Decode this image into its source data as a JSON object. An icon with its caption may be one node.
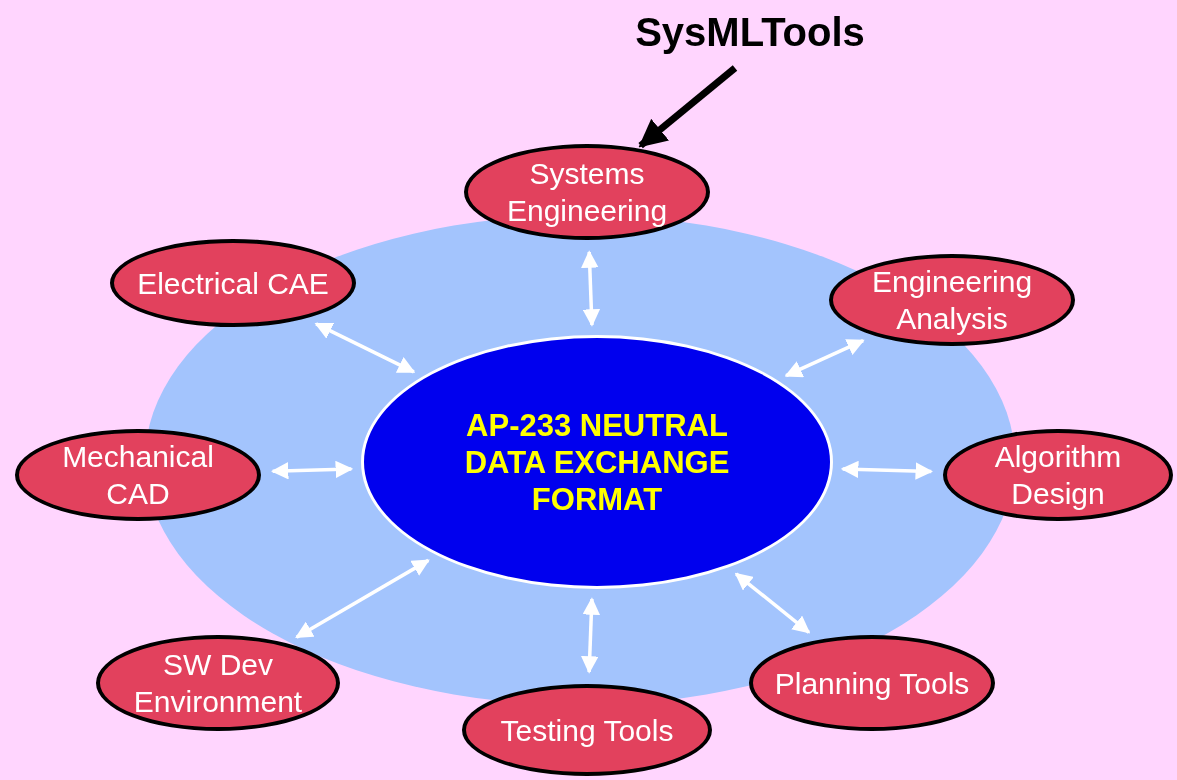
{
  "diagram": {
    "nodes": [
      {
        "text": [
          "SysMLTools"
        ]
      },
      {
        "text": [
          "Systems Engineering"
        ]
      },
      {
        "text": [
          "Electrical CAE"
        ]
      },
      {
        "text": [
          "Engineering Analysis"
        ]
      },
      {
        "text": [
          "AP-233 NEUTRAL DATA EXCHANGE FORMAT"
        ]
      },
      {
        "text": [
          "Mechanical CAD"
        ]
      },
      {
        "text": [
          "Algorithm Design"
        ]
      },
      {
        "text": [
          "SW Dev Environment"
        ]
      },
      {
        "text": [
          "Planning Tools"
        ]
      },
      {
        "text": [
          "Testing Tools"
        ]
      }
    ],
    "edges": [
      {
        "from": 0,
        "to": 1,
        "arrow": "to",
        "style": "thick",
        "color": "#000000"
      },
      {
        "from": 4,
        "to": 1,
        "arrow": "both"
      },
      {
        "from": 4,
        "to": 2,
        "arrow": "both"
      },
      {
        "from": 4,
        "to": 3,
        "arrow": "both"
      },
      {
        "from": 4,
        "to": 5,
        "arrow": "both"
      },
      {
        "from": 4,
        "to": 6,
        "arrow": "both"
      },
      {
        "from": 4,
        "to": 7,
        "arrow": "both"
      },
      {
        "from": 4,
        "to": 8,
        "arrow": "both"
      },
      {
        "from": 4,
        "to": 9,
        "arrow": "both"
      }
    ]
  }
}
